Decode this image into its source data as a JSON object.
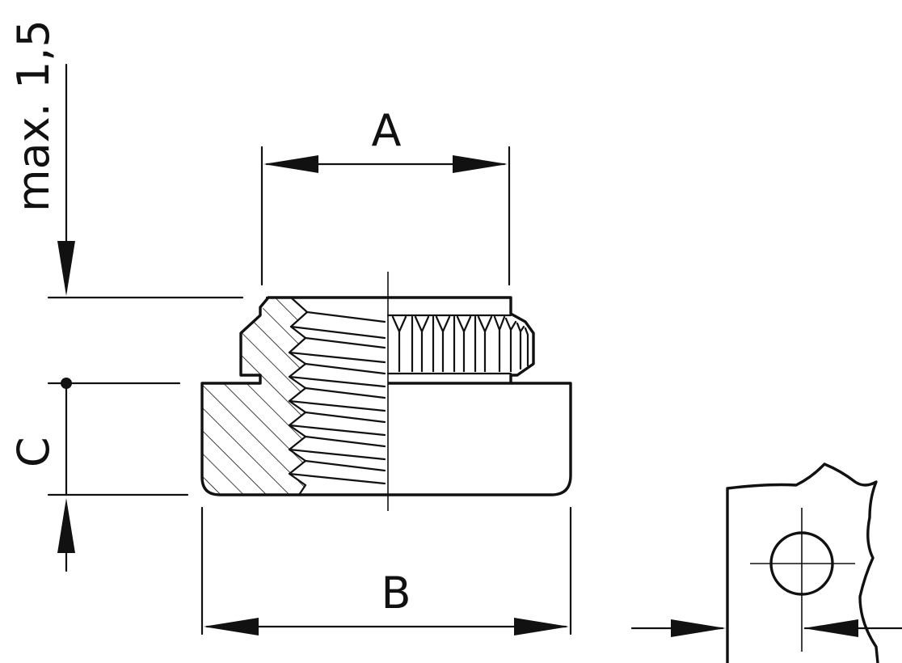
{
  "labels": {
    "dim_a": "A",
    "dim_b": "B",
    "dim_c": "C",
    "dim_max": "max. 1,5"
  },
  "colors": {
    "line": "#111111",
    "background": "#ffffff"
  }
}
